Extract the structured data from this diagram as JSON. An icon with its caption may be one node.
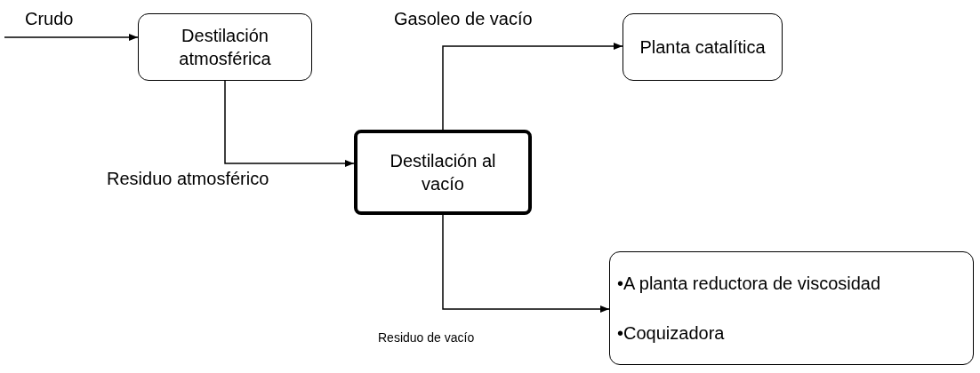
{
  "diagram": {
    "nodes": [
      {
        "text": [
          "Destilación atmosférica"
        ]
      },
      {
        "text": [
          "Planta catalítica"
        ]
      },
      {
        "text": [
          "Destilación al vacío"
        ]
      },
      {
        "text": [
          "•A planta reductora de viscosidad",
          "•Coquizadora"
        ]
      }
    ],
    "edges": [
      {
        "from": null,
        "to": 0,
        "arrow": "to",
        "label": "Crudo"
      },
      {
        "from": 0,
        "to": 2,
        "arrow": "to",
        "label": "Residuo atmosférico"
      },
      {
        "from": 2,
        "to": 1,
        "arrow": "to",
        "label": "Gasoleo de vacío"
      },
      {
        "from": 2,
        "to": 3,
        "arrow": "to",
        "label": "Residuo de vacío"
      }
    ]
  }
}
